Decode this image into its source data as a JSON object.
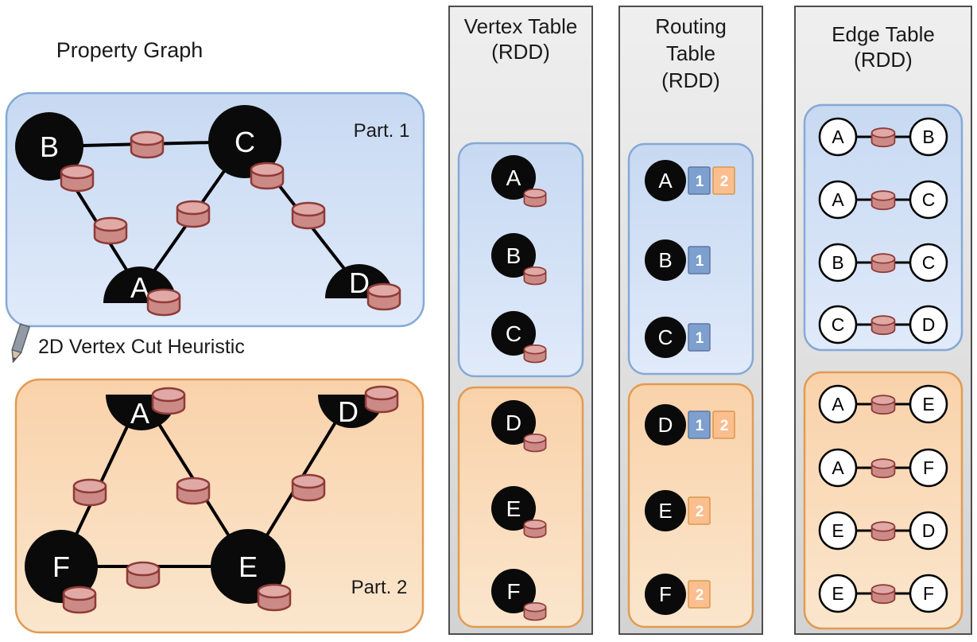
{
  "colors": {
    "badge_blue": "#7da0cf",
    "badge_orange": "#fbbe8e",
    "partition1_fill": "#c7d9f2",
    "partition2_fill": "#fad3ab",
    "cylinder_fill": "#cc8a86",
    "column_bg": "#e0e0e0"
  },
  "left": {
    "title": "Property Graph",
    "cut_label": "2D Vertex Cut Heuristic",
    "part1_label": "Part. 1",
    "part2_label": "Part. 2",
    "part1_vertices": {
      "B": "B",
      "C": "C",
      "A": "A",
      "D": "D"
    },
    "part2_vertices": {
      "A": "A",
      "D": "D",
      "F": "F",
      "E": "E"
    }
  },
  "vertex_table": {
    "title": "Vertex Table",
    "subtitle": "(RDD)",
    "part1": [
      "A",
      "B",
      "C"
    ],
    "part2": [
      "D",
      "E",
      "F"
    ]
  },
  "routing_table": {
    "title_line1": "Routing",
    "title_line2": "Table",
    "subtitle": "(RDD)",
    "part1_rows": [
      {
        "vertex": "A",
        "badges": [
          {
            "part": "1",
            "color": "blue"
          },
          {
            "part": "2",
            "color": "orange"
          }
        ]
      },
      {
        "vertex": "B",
        "badges": [
          {
            "part": "1",
            "color": "blue"
          }
        ]
      },
      {
        "vertex": "C",
        "badges": [
          {
            "part": "1",
            "color": "blue"
          }
        ]
      }
    ],
    "part2_rows": [
      {
        "vertex": "D",
        "badges": [
          {
            "part": "1",
            "color": "blue"
          },
          {
            "part": "2",
            "color": "orange"
          }
        ]
      },
      {
        "vertex": "E",
        "badges": [
          {
            "part": "2",
            "color": "orange"
          }
        ]
      },
      {
        "vertex": "F",
        "badges": [
          {
            "part": "2",
            "color": "orange"
          }
        ]
      }
    ]
  },
  "edge_table": {
    "title": "Edge Table",
    "subtitle": "(RDD)",
    "part1_edges": [
      {
        "src": "A",
        "dst": "B"
      },
      {
        "src": "A",
        "dst": "C"
      },
      {
        "src": "B",
        "dst": "C"
      },
      {
        "src": "C",
        "dst": "D"
      }
    ],
    "part2_edges": [
      {
        "src": "A",
        "dst": "E"
      },
      {
        "src": "A",
        "dst": "F"
      },
      {
        "src": "E",
        "dst": "D"
      },
      {
        "src": "E",
        "dst": "F"
      }
    ]
  }
}
